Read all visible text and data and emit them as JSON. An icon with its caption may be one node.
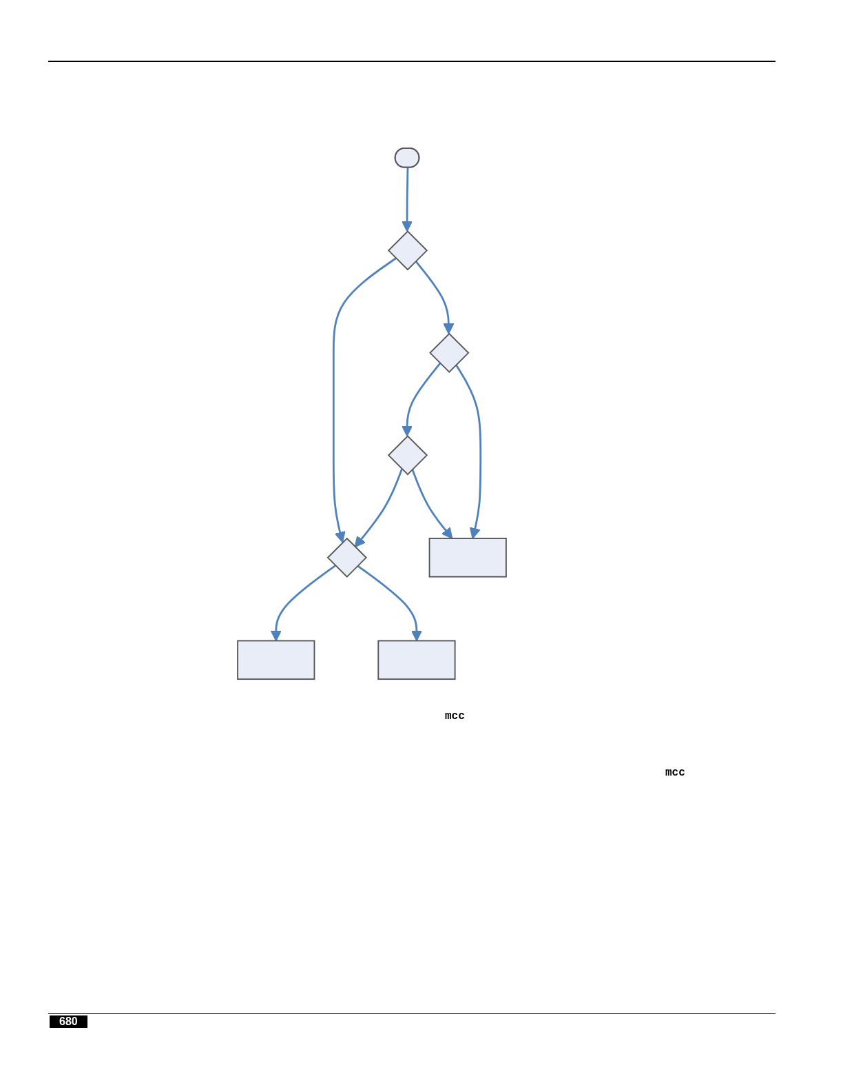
{
  "diagram": {
    "nodes": [
      {
        "text": [],
        "shape": "stadium"
      },
      {
        "text": [],
        "shape": "diamond"
      },
      {
        "text": [],
        "shape": "diamond"
      },
      {
        "text": [],
        "shape": "diamond"
      },
      {
        "text": [],
        "shape": "diamond"
      },
      {
        "text": [],
        "shape": "box"
      },
      {
        "text": [],
        "shape": "box"
      },
      {
        "text": [],
        "shape": "box"
      }
    ],
    "edges": [
      {
        "from": 0,
        "to": 1,
        "arrow": "to"
      },
      {
        "from": 1,
        "to": 2,
        "arrow": "to"
      },
      {
        "from": 1,
        "to": 3,
        "arrow": "to"
      },
      {
        "from": 3,
        "to": 4,
        "arrow": "to"
      },
      {
        "from": 4,
        "to": 2,
        "arrow": "to"
      },
      {
        "from": 3,
        "to": 5,
        "arrow": "to"
      },
      {
        "from": 4,
        "to": 5,
        "arrow": "to"
      },
      {
        "from": 2,
        "to": 6,
        "arrow": "to"
      },
      {
        "from": 2,
        "to": 7,
        "arrow": "to"
      }
    ],
    "labels": [
      "mcc",
      "mcc",
      "680"
    ]
  }
}
